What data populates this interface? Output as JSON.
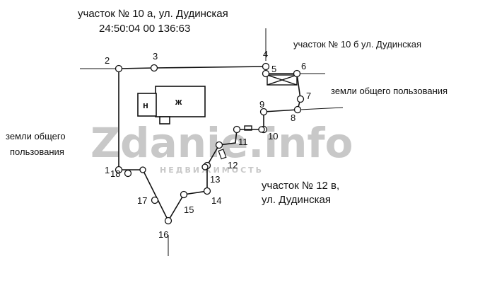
{
  "colors": {
    "ink": "#111111",
    "watermark": "#c8c8c8",
    "background": "#ffffff"
  },
  "watermark": {
    "brand": "Zdanie.info",
    "tagline": "НЕДВИЖИМОСТЬ"
  },
  "labels": {
    "plot_10a": "участок № 10 а, ул. Дудинская",
    "cadastral": "24:50:04 00 136:63",
    "plot_10b": "участок № 10 б ул. Дудинская",
    "common_right": "земли общего пользования",
    "common_left_1": "земли общего",
    "common_left_2": "пользования",
    "plot_12v_1": "участок № 12 в,",
    "plot_12v_2": "ул. Дудинская"
  },
  "buildings": {
    "house": "ж",
    "annex": "н"
  },
  "points": [
    "1",
    "2",
    "3",
    "4",
    "5",
    "6",
    "7",
    "8",
    "9",
    "10",
    "11",
    "12",
    "13",
    "14",
    "15",
    "16",
    "17",
    "18"
  ]
}
